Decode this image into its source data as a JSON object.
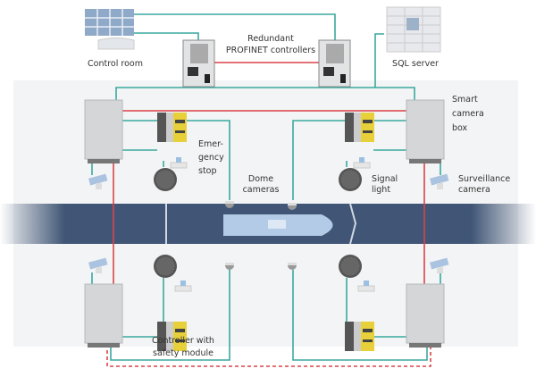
{
  "labels": {
    "control_room": "Control room",
    "controllers_1": "Redundant",
    "controllers_2": "PROFINET controllers",
    "sql_server": "SQL server",
    "smart_box_1": "Smart",
    "smart_box_2": "camera",
    "smart_box_3": "box",
    "estop_1": "Emer-",
    "estop_2": "gency",
    "estop_3": "stop",
    "dome_1": "Dome",
    "dome_2": "cameras",
    "signal_1": "Signal",
    "signal_2": "light",
    "surv_1": "Surveillance",
    "surv_2": "camera",
    "safety_1": "Controller with",
    "safety_2": "safety module"
  },
  "colors": {
    "network": "#3aa99f",
    "safety": "#d9434a",
    "water": "#2d4568",
    "ship": "#b3cbe6"
  }
}
